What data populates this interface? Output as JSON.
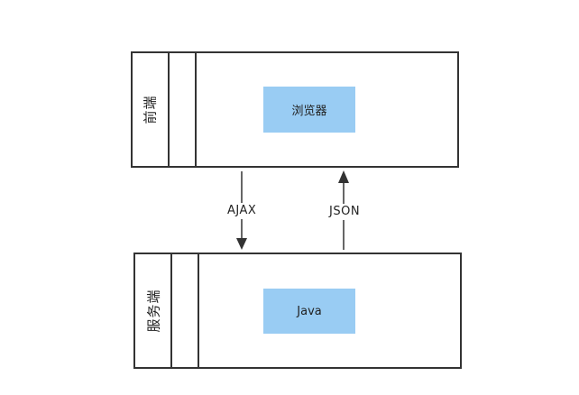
{
  "diagram": {
    "frontend_pool": {
      "label": "前端",
      "node": "浏览器"
    },
    "backend_pool": {
      "label": "服务端",
      "node": "Java"
    },
    "edges": [
      {
        "from": "浏览器",
        "to": "Java",
        "label": "AJAX"
      },
      {
        "from": "Java",
        "to": "浏览器",
        "label": "JSON"
      }
    ],
    "colors": {
      "node_fill": "#99ccf3",
      "border": "#333333"
    }
  }
}
